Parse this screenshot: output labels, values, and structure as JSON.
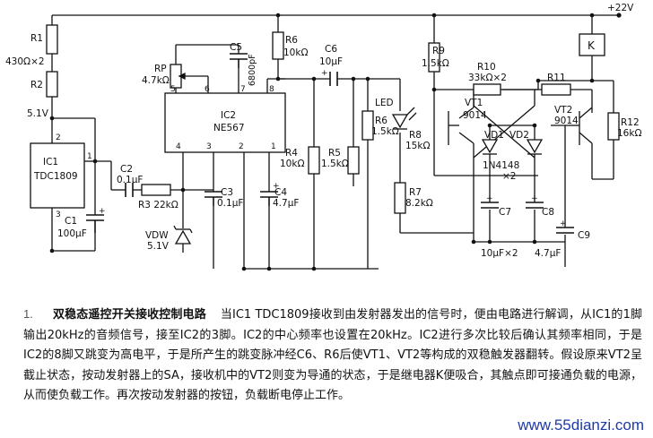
{
  "labels": {
    "vcc": "+22V",
    "r1": "R1",
    "r1_val": "430Ω×2",
    "r2": "R2",
    "v51": "5.1V",
    "ic1": "IC1",
    "ic1_part": "TDC1809",
    "c1": "C1",
    "c1_val": "100μF",
    "c2": "C2",
    "c2_val": "0.1μF",
    "r3": "R3 22kΩ",
    "vdw": "VDW",
    "vdw_val": "5.1V",
    "rp": "RP",
    "rp_val": "4.7kΩ",
    "c5": "C5",
    "c5_val": "6800pF",
    "ic2": "IC2",
    "ic2_part": "NE567",
    "c3": "C3",
    "c3_val": "0.1μF",
    "r4": "R4",
    "r4_val": "10kΩ",
    "c4": "C4",
    "c4_val": "4.7μF",
    "r6": "R6",
    "r6_val": "10kΩ",
    "c6": "C6",
    "c6_val": "10μF",
    "r5": "R5",
    "r5_val": "1.5kΩ",
    "led": "LED",
    "r6b": "R6",
    "r6b_val": "1.5kΩ",
    "r8": "R8",
    "r8_val": "15kΩ",
    "r7": "R7",
    "r7_val": "8.2kΩ",
    "r9": "R9",
    "r9_val": "1.5kΩ",
    "r10": "R10",
    "r10_val": "33kΩ×2",
    "r11": "R11",
    "vt1": "VT1",
    "vt1_part": "9014",
    "vt2": "VT2",
    "vt2_part": "9014",
    "vd1": "VD1",
    "vd2": "VD2",
    "diode_part": "1N4148",
    "diode_qty": "×2",
    "c7": "C7",
    "c8": "C8",
    "c78_val": "10μF×2",
    "c9": "C9",
    "c9_val": "4.7μF",
    "r12": "R12",
    "r12_val": "16kΩ",
    "relay": "K",
    "pin1": "1",
    "pin2": "2",
    "pin3": "3",
    "pin4": "4",
    "pin5": "5",
    "pin6": "6",
    "pin7": "7",
    "pin8": "8",
    "pin3b": "3",
    "pin1b": "1",
    "plus": "+"
  },
  "caption": {
    "num": "1.",
    "title": "双稳态遥控开关接收控制电路",
    "body": "当IC1 TDC1809接收到由发射器发出的信号时，便由电路进行解调，从IC1的1脚输出20kHz的音频信号，接至IC2的3脚。IC2的中心频率也设置在20kHz。IC2进行多次比较后确认其频率相同，于是IC2的8脚又跳变为高电平，于是所产生的跳变脉冲经C6、R6后使VT1、VT2等构成的双稳触发器翻转。假设原来VT2呈截止状态，按动发射器上的SA，接收机中的VT2则变为导通的状态，于是继电器K便吸合，其触点即可接通负载的电源，从而使负载工作。再次按动发射器的按钮，负载断电停止工作。"
  },
  "watermark": "www.55dianzi.com"
}
